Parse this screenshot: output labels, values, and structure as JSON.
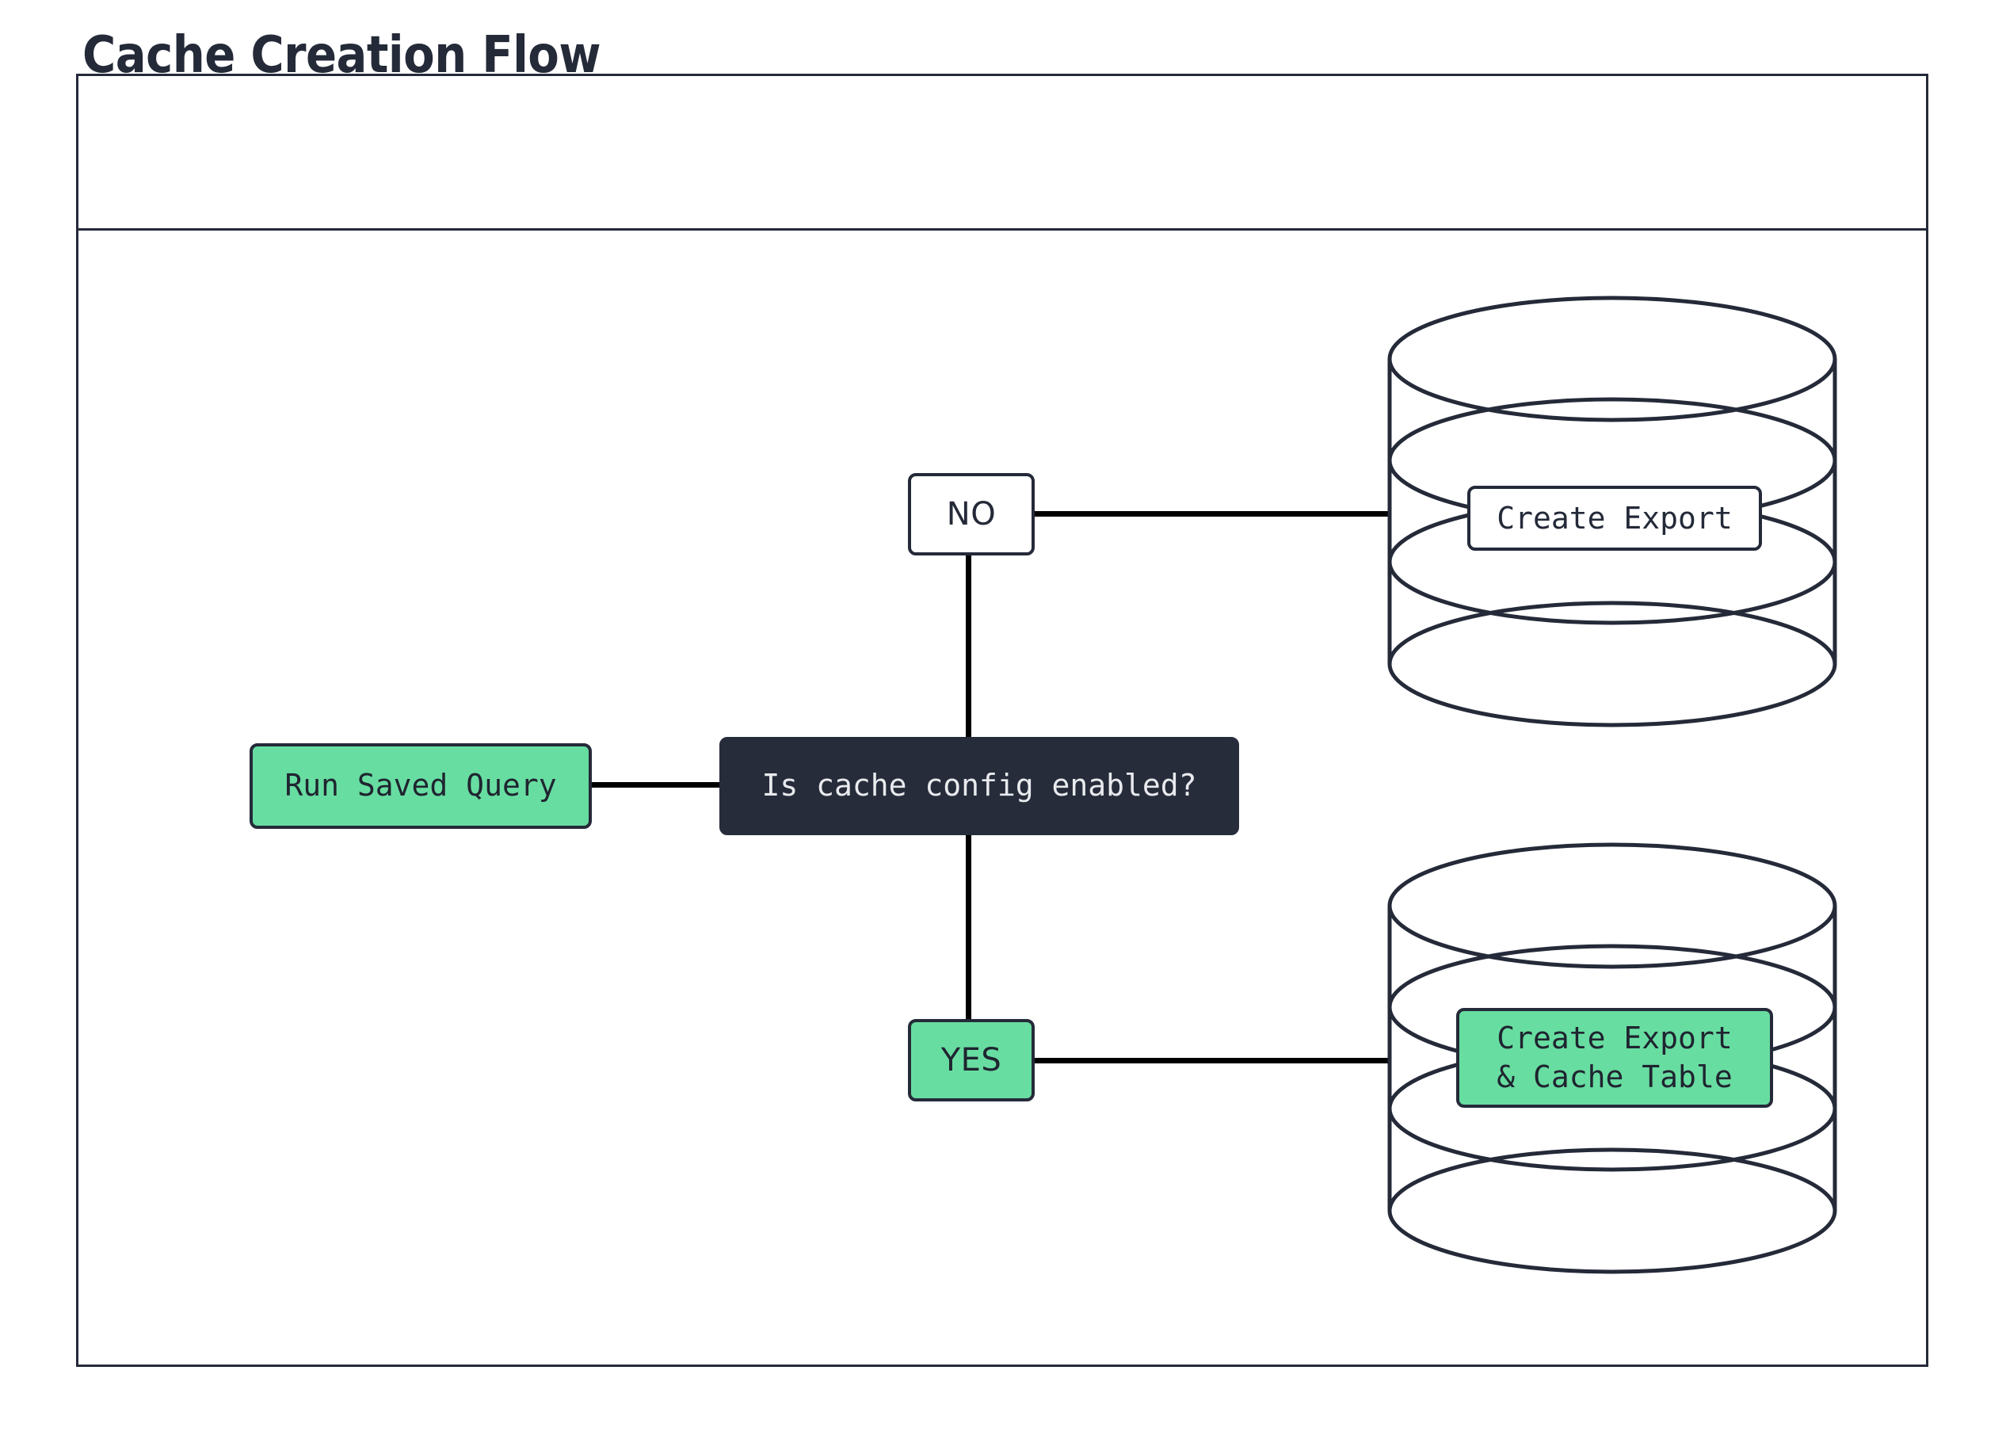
{
  "diagram": {
    "title": "Cache Creation Flow",
    "colors": {
      "frame_border": "#252a39",
      "accent_green": "#68dda1",
      "dark_node": "#272c3b",
      "connector": "#000000",
      "text_dark": "#252a39",
      "text_light": "#e8eaee"
    },
    "nodes": {
      "start": {
        "label": "Run Saved Query",
        "style": "green"
      },
      "decision": {
        "label": "Is cache config enabled?",
        "style": "dark"
      },
      "branch_no": {
        "label": "NO",
        "style": "white"
      },
      "branch_yes": {
        "label": "YES",
        "style": "green"
      },
      "store_no": {
        "label": "Create Export",
        "style": "white",
        "shape": "database"
      },
      "store_yes": {
        "label": "Create Export\n& Cache Table",
        "style": "green",
        "shape": "database"
      }
    },
    "edges": [
      {
        "from": "start",
        "to": "decision"
      },
      {
        "from": "decision",
        "to": "branch_no"
      },
      {
        "from": "decision",
        "to": "branch_yes"
      },
      {
        "from": "branch_no",
        "to": "store_no"
      },
      {
        "from": "branch_yes",
        "to": "store_yes"
      }
    ]
  }
}
